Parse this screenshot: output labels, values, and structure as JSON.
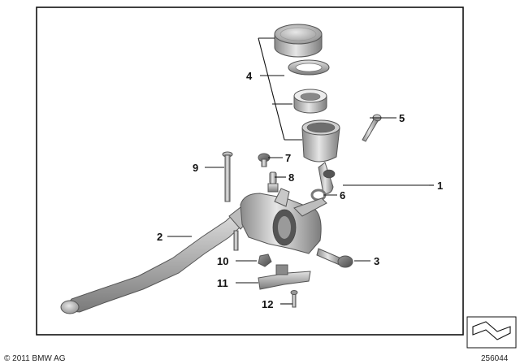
{
  "callouts": [
    {
      "id": "1",
      "label": "1"
    },
    {
      "id": "2",
      "label": "2"
    },
    {
      "id": "3",
      "label": "3"
    },
    {
      "id": "4",
      "label": "4"
    },
    {
      "id": "5",
      "label": "5"
    },
    {
      "id": "6",
      "label": "6"
    },
    {
      "id": "7",
      "label": "7"
    },
    {
      "id": "8",
      "label": "8"
    },
    {
      "id": "9",
      "label": "9"
    },
    {
      "id": "10",
      "label": "10"
    },
    {
      "id": "11",
      "label": "11"
    },
    {
      "id": "12",
      "label": "12"
    }
  ],
  "copyright": "© 2011 BMW AG",
  "diagram_number": "256044",
  "colors": {
    "frame": "#111111",
    "metal_dark": "#7a7a7a",
    "metal_light": "#d9d9d9"
  }
}
